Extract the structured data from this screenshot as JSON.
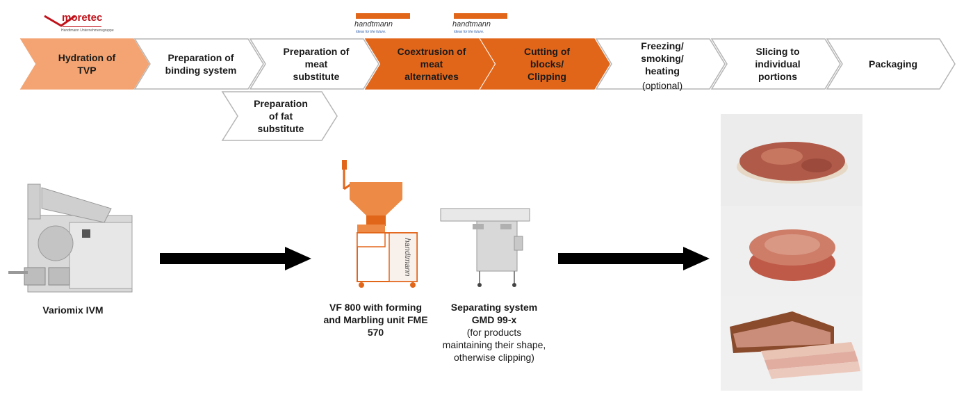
{
  "logos": {
    "moretec_text": "moretec",
    "moretec_sub": "Handtmann Unternehmensgruppe",
    "handtmann_1": "handtmann",
    "handtmann_1_tag": "Ideas for the future.",
    "handtmann_2": "handtmann",
    "handtmann_2_tag": "Ideas for the future."
  },
  "steps": [
    {
      "label": "Hydration of\nTVP",
      "style": "light-orange"
    },
    {
      "label": "Preparation of\nbinding system",
      "style": "white"
    },
    {
      "label": "Preparation of\nmeat\nsubstitute",
      "style": "white"
    },
    {
      "label": "Coextrusion of\nmeat\nalternatives",
      "style": "orange"
    },
    {
      "label": "Cutting of\nblocks/\nClipping",
      "style": "orange"
    },
    {
      "label": "Freezing/\nsmoking/\nheating",
      "style": "white",
      "note": "(optional)"
    },
    {
      "label": "Slicing to\nindividual\nportions",
      "style": "white"
    },
    {
      "label": "Packaging",
      "style": "white"
    }
  ],
  "sub_step": {
    "label": "Preparation\nof fat\nsubstitute"
  },
  "machines": {
    "variomix": {
      "title": "Variomix IVM"
    },
    "vf800": {
      "title": "VF 800 with forming and Marbling unit FME 570",
      "brand": "handtmann"
    },
    "gmd": {
      "title": "Separating system GMD 99-x",
      "note": "(for products maintaining their shape, otherwise clipping)"
    }
  },
  "products": [
    {
      "name": "marbled-steak-slice"
    },
    {
      "name": "marbled-meat-round"
    },
    {
      "name": "bacon-slices"
    }
  ],
  "colors": {
    "orange": "#e2661a",
    "light_orange": "#f3a472",
    "outline": "#b5b5b5",
    "arrow": "#000000"
  }
}
